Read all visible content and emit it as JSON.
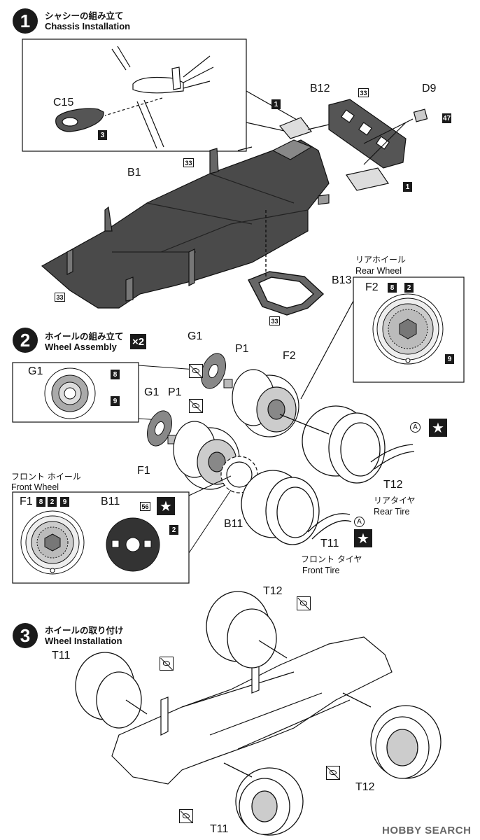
{
  "steps": [
    {
      "number": "1",
      "title_jp": "シャシーの組み立て",
      "title_en": "Chassis Installation"
    },
    {
      "number": "2",
      "title_jp": "ホイールの組み立て",
      "title_en": "Wheel Assembly",
      "multiplier": "×2"
    },
    {
      "number": "3",
      "title_jp": "ホイールの取り付け",
      "title_en": "Wheel Installation"
    }
  ],
  "parts": {
    "C15": "C15",
    "B12": "B12",
    "D9": "D9",
    "B1": "B1",
    "B13": "B13",
    "G1": "G1",
    "P1": "P1",
    "F2": "F2",
    "F1": "F1",
    "B11": "B11",
    "T12": "T12",
    "T11": "T11"
  },
  "colors": {
    "c1": "1",
    "c3": "3",
    "c33": "33",
    "c47": "47",
    "c8": "8",
    "c2": "2",
    "c9": "9",
    "c56": "56"
  },
  "captions": {
    "rear_wheel_jp": "リアホイール",
    "rear_wheel_en": "Rear Wheel",
    "front_wheel_jp": "フロント ホイール",
    "front_wheel_en": "Front Wheel",
    "rear_tire_jp": "リアタイヤ",
    "rear_tire_en": "Rear Tire",
    "front_tire_jp": "フロント タイヤ",
    "front_tire_en": "Front Tire"
  },
  "markers": {
    "a": "A",
    "star": "★"
  },
  "watermark": "HOBBY SEARCH"
}
